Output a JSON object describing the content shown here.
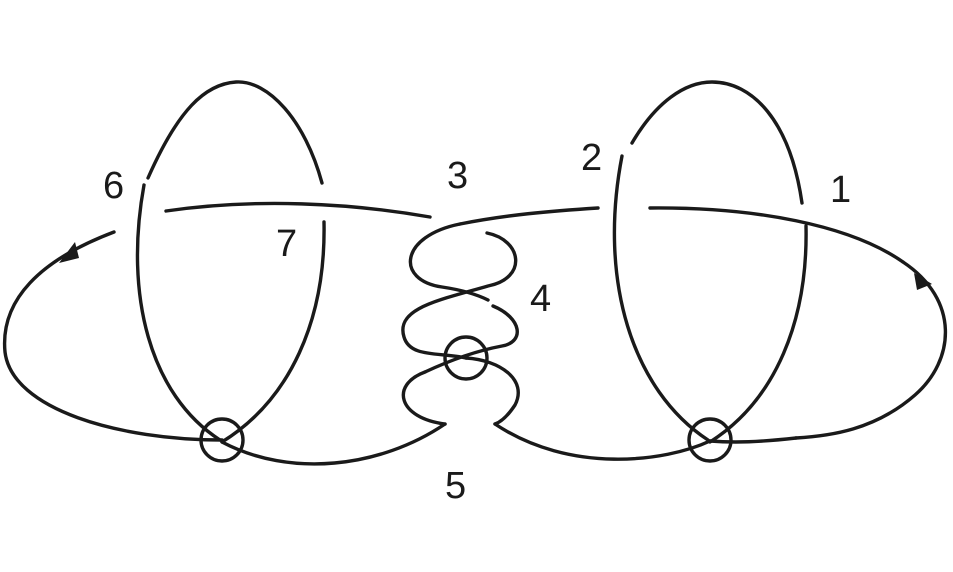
{
  "diagram": {
    "type": "virtual-knot-diagram",
    "crossing_labels": [
      "1",
      "2",
      "3",
      "4",
      "5",
      "6",
      "7"
    ],
    "virtual_crossings": 3,
    "orientation_arrows": 2
  }
}
